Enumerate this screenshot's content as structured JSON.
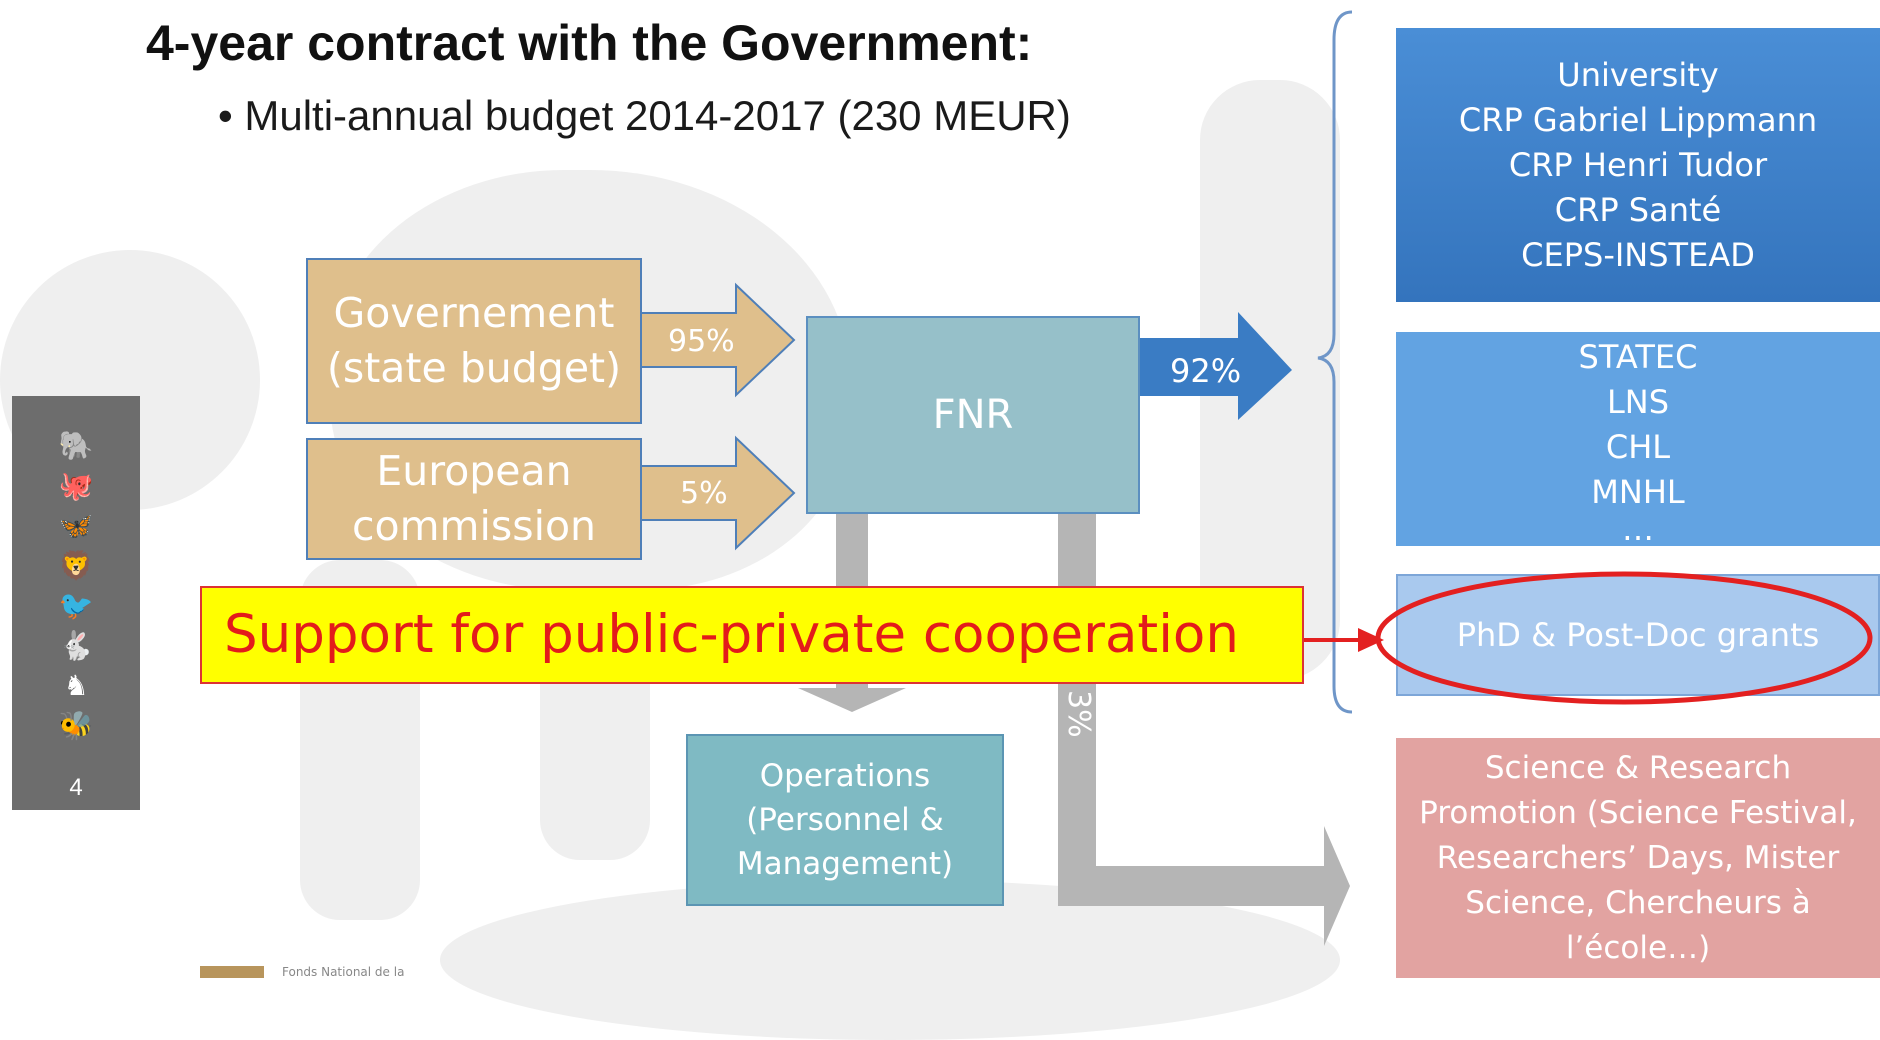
{
  "slide": {
    "title": "4-year contract with the Government:",
    "bullet": "• Multi-annual budget 2014-2017 (230 MEUR)",
    "page_number": "4",
    "footer_text": "Fonds National de la"
  },
  "diagram": {
    "sources": [
      {
        "label_lines": [
          "Governement",
          "(state budget)"
        ],
        "percent": "95%"
      },
      {
        "label_lines": [
          "European",
          "commission"
        ],
        "percent": "5%"
      }
    ],
    "center": {
      "label": "FNR",
      "out_percent": "92%"
    },
    "operations": {
      "label_lines": [
        "Operations",
        "(Personnel &",
        "Management)"
      ]
    },
    "promotion_percent": "3%",
    "recipients": {
      "institutions": [
        "University",
        "CRP Gabriel Lippmann",
        "CRP Henri Tudor",
        "CRP Santé",
        "CEPS-INSTEAD"
      ],
      "others": [
        "STATEC",
        "LNS",
        "CHL",
        "MNHL",
        "…"
      ],
      "grants": "PhD & Post-Doc grants",
      "promotion_lines": [
        "Science & Research",
        "Promotion (Science Festival,",
        "Researchers’ Days, Mister",
        "Science, Chercheurs à",
        "l’école…)"
      ]
    },
    "callout": "Support for public-private cooperation"
  },
  "sidebar": {
    "icons": [
      "elephant-icon",
      "octopus-icon",
      "butterfly-icon",
      "lion-icon",
      "bird-icon",
      "rabbit-icon",
      "seahorse-icon",
      "bee-icon"
    ]
  },
  "colors": {
    "source_box": "#dfbf8c",
    "institutions_box": "#3a7cc4",
    "others_box": "#62a3e2",
    "grants_box": "#a9c9ee",
    "promotion_box": "#e2a3a1",
    "operations_box": "#7fbac3",
    "fnr_box": "#96c0c9",
    "callout_background": "#ffff00",
    "callout_text": "#e31b1b",
    "highlight_ellipse": "#e32020"
  }
}
